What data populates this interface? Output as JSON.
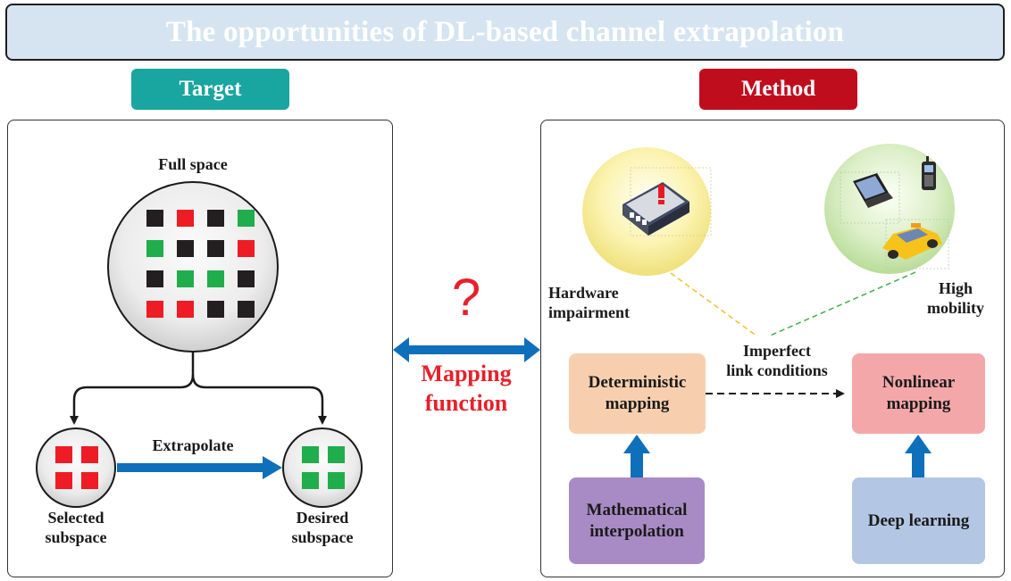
{
  "title": "The opportunities of DL-based channel extrapolation",
  "target": {
    "tag": "Target",
    "full_space": "Full space",
    "extrapolate": "Extrapolate",
    "selected": [
      "Selected",
      "subspace"
    ],
    "desired": [
      "Desired",
      "subspace"
    ],
    "grid": [
      [
        "black",
        "red",
        "black",
        "green"
      ],
      [
        "green",
        "black",
        "black",
        "red"
      ],
      [
        "black",
        "green",
        "green",
        "black"
      ],
      [
        "red",
        "red",
        "black",
        "black"
      ]
    ]
  },
  "center": {
    "question": "?",
    "mapping": [
      "Mapping",
      "function"
    ]
  },
  "method": {
    "tag": "Method",
    "hardware": [
      "Hardware",
      "impairment"
    ],
    "mobility": [
      "High",
      "mobility"
    ],
    "imperfect": [
      "Imperfect",
      "link conditions"
    ],
    "deterministic": [
      "Deterministic",
      "mapping"
    ],
    "nonlinear": [
      "Nonlinear",
      "mapping"
    ],
    "math": [
      "Mathematical",
      "interpolation"
    ],
    "deep": "Deep learning"
  },
  "colors": {
    "red": "#ee1c24",
    "green": "#1fae4b",
    "black": "#231f20",
    "arrow_blue": "#0e6fba",
    "target_tag": "#19a5a0",
    "method_tag": "#c00d1e",
    "question_red": "#e8202a",
    "deterministic_box": "#f8cfae",
    "nonlinear_box": "#f4a7a9",
    "math_box": "#a88bc4",
    "deep_box": "#b3c6e4"
  }
}
